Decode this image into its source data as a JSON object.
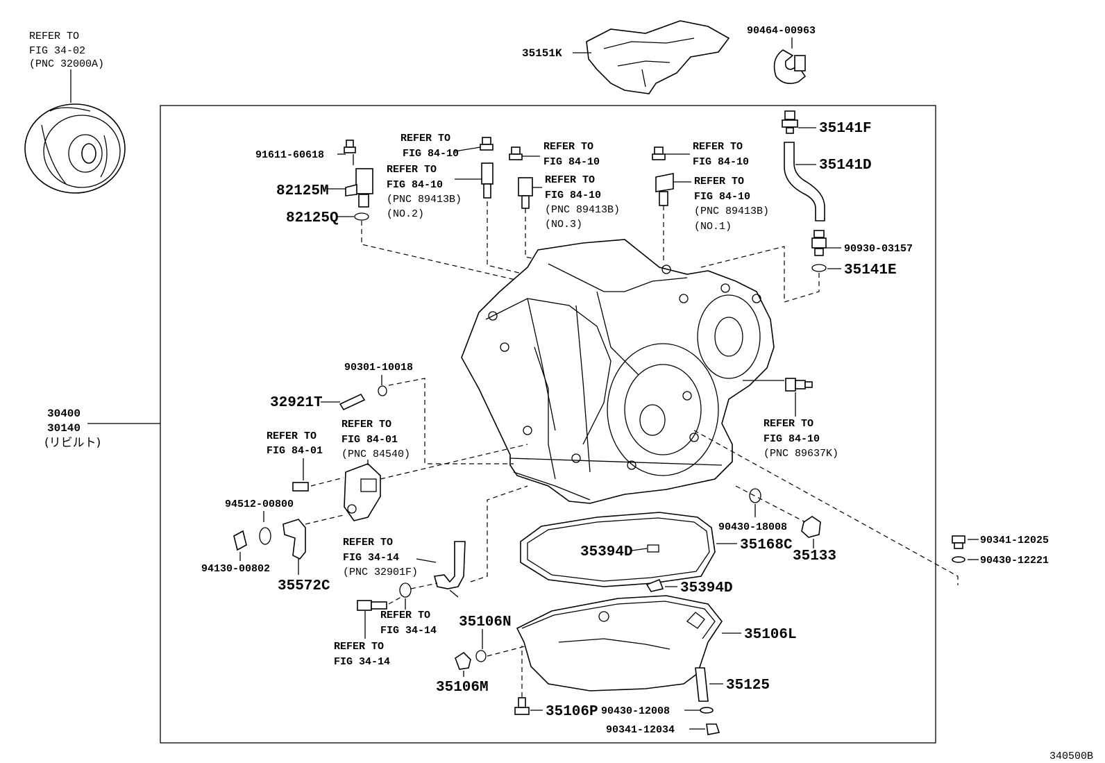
{
  "diagram_code": "340500B",
  "assembly": {
    "numbers": [
      "30400",
      "30140"
    ],
    "rebuilt_note": "(リビルト)"
  },
  "torque_converter_ref": [
    "REFER TO",
    "FIG 34-02",
    "(PNC 32000A)"
  ],
  "parts": {
    "p35151K": "35151K",
    "p90464_00963": "90464-00963",
    "p35141F": "35141F",
    "p35141D": "35141D",
    "p90930_03157": "90930-03157",
    "p35141E": "35141E",
    "p91611_60618": "91611-60618",
    "p82125M": "82125M",
    "p82125Q": "82125Q",
    "p90301_10018": "90301-10018",
    "p32921T": "32921T",
    "p94512_00800": "94512-00800",
    "p94130_00802": "94130-00802",
    "p35572C": "35572C",
    "p90430_18008": "90430-18008",
    "p35133": "35133",
    "p35394D_a": "35394D",
    "p35168C": "35168C",
    "p35394D_b": "35394D",
    "p90341_12025": "90341-12025",
    "p90430_12221": "90430-12221",
    "p35106N": "35106N",
    "p35106L": "35106L",
    "p35106M": "35106M",
    "p35125": "35125",
    "p35106P": "35106P",
    "p90430_12008": "90430-12008",
    "p90341_12034": "90341-12034"
  },
  "refs": {
    "r_bolt_no2": [
      "REFER TO",
      "FIG 84-10"
    ],
    "r_sensor_no2": [
      "REFER TO",
      "FIG 84-10",
      "(PNC 89413B)",
      "(NO.2)"
    ],
    "r_bolt_no3": [
      "REFER TO",
      "FIG 84-10"
    ],
    "r_sensor_no3": [
      "REFER TO",
      "FIG 84-10",
      "(PNC 89413B)",
      "(NO.3)"
    ],
    "r_bolt_no1": [
      "REFER TO",
      "FIG 84-10"
    ],
    "r_sensor_no1": [
      "REFER TO",
      "FIG 84-10",
      "(PNC 89413B)",
      "(NO.1)"
    ],
    "r_switch_bolt": [
      "REFER TO",
      "FIG 84-01"
    ],
    "r_switch": [
      "REFER TO",
      "FIG 84-01",
      "(PNC 84540)"
    ],
    "r_pressure_switch": [
      "REFER TO",
      "FIG 84-10",
      "(PNC 89637K)"
    ],
    "r_tube": [
      "REFER TO",
      "FIG 34-14",
      "(PNC 32901F)"
    ],
    "r_union_a": [
      "REFER TO",
      "FIG 34-14"
    ],
    "r_union_b": [
      "REFER TO",
      "FIG 34-14"
    ]
  }
}
